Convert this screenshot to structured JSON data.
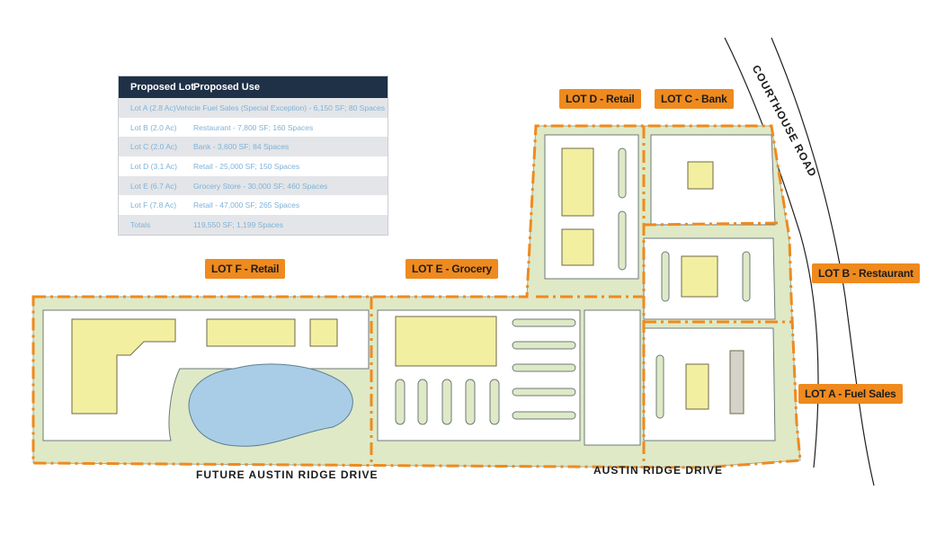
{
  "table": {
    "headers": [
      "Proposed Lot",
      "Proposed Use"
    ],
    "rows": [
      {
        "lot": "Lot A (2.8 Ac)",
        "use": "Vehicle Fuel Sales (Special Exception) - 6,150 SF; 80 Spaces"
      },
      {
        "lot": "Lot B (2.0 Ac)",
        "use": "Restaurant - 7,800 SF; 160 Spaces"
      },
      {
        "lot": "Lot C (2.0 Ac)",
        "use": "Bank - 3,600 SF; 84 Spaces"
      },
      {
        "lot": "Lot D (3.1 Ac)",
        "use": "Retail - 25,000 SF; 150 Spaces"
      },
      {
        "lot": "Lot E (6.7 Ac)",
        "use": "Grocery Store - 30,000 SF; 460 Spaces"
      },
      {
        "lot": "Lot F (7.8 Ac)",
        "use": "Retail - 47,000 SF; 265 Spaces"
      },
      {
        "lot": "Totals",
        "use": "119,550 SF; 1,199 Spaces"
      }
    ]
  },
  "lots": {
    "a": "LOT A - Fuel Sales",
    "b": "LOT B - Restaurant",
    "c": "LOT C - Bank",
    "d": "LOT D - Retail",
    "e": "LOT E - Grocery",
    "f": "LOT F - Retail"
  },
  "roads": {
    "future": "FUTURE AUSTIN RIDGE DRIVE",
    "austin": "AUSTIN RIDGE DRIVE",
    "courthouse": "COURTHOUSE ROAD"
  },
  "colors": {
    "site_fill": "#dfe9c6",
    "building": "#f3efa0",
    "paving": "#d4d2c9",
    "boundary": "#ef8a1e",
    "pond": "#a9cde6",
    "header": "#1f3147",
    "table_text": "#7fb2d8"
  }
}
